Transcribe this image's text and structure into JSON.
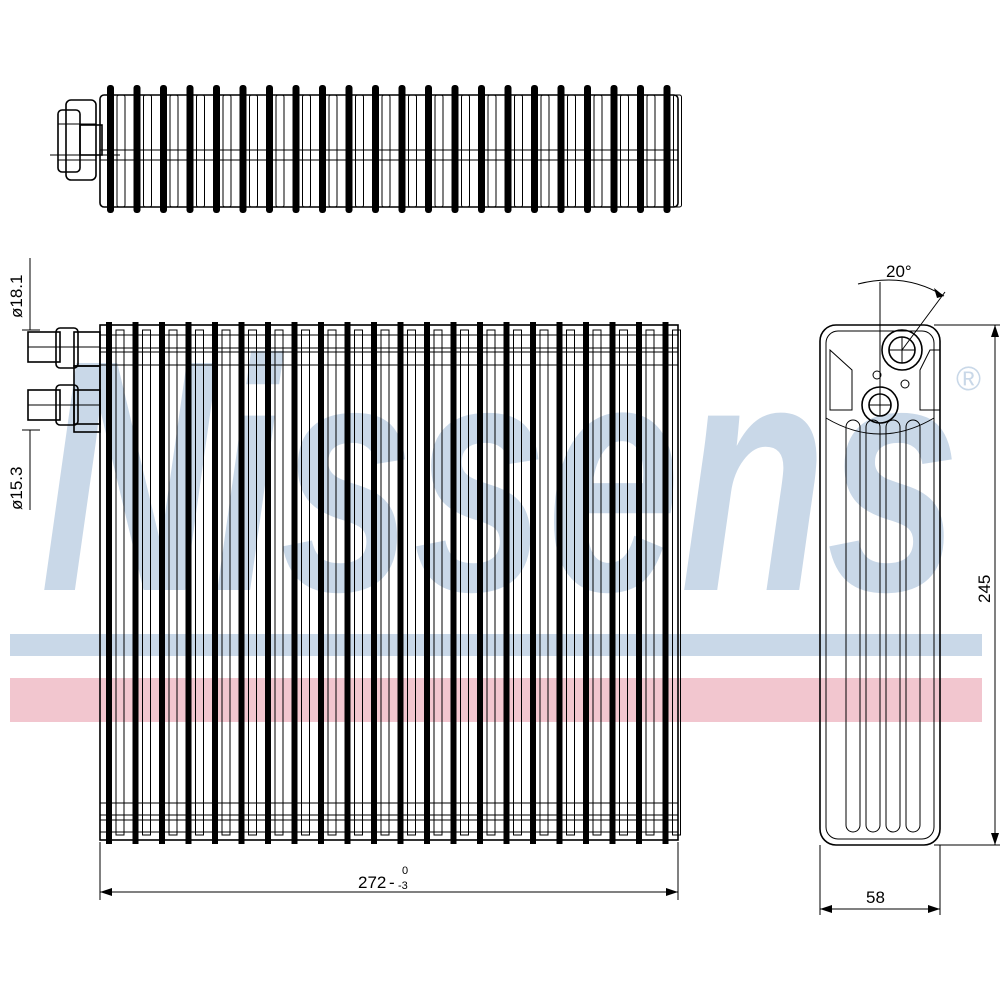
{
  "watermark": {
    "brand": "Nissens",
    "registered_mark": "®",
    "brand_color": "#c9d8e8",
    "stripe_blue": "#c9d8e8",
    "stripe_red": "#f2c6cf"
  },
  "dimensions": {
    "width": "272",
    "width_tol_upper": "0",
    "width_tol_lower": "-3",
    "height": "245",
    "depth": "58",
    "angle": "20°",
    "pipe_upper_diameter": "ø18.1",
    "pipe_lower_diameter": "ø15.3"
  }
}
